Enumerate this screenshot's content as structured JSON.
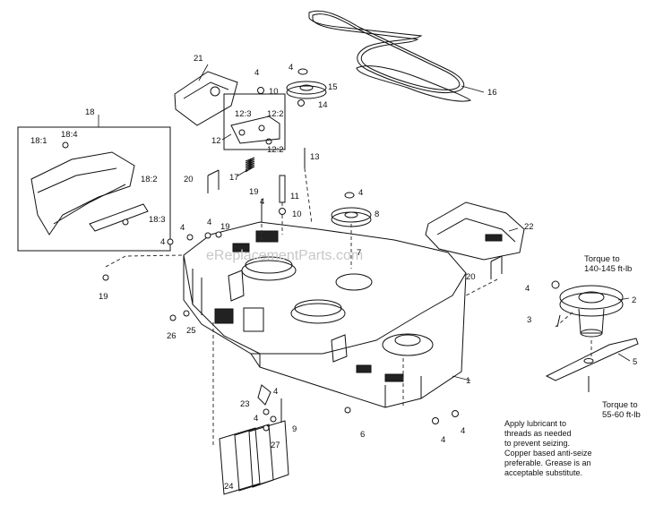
{
  "watermark": "eReplacementParts.com",
  "callouts": [
    "1",
    "2",
    "3",
    "4",
    "5",
    "6",
    "7",
    "8",
    "9",
    "10",
    "11",
    "12",
    "13",
    "14",
    "15",
    "16",
    "17",
    "18",
    "19",
    "20",
    "21",
    "22",
    "23",
    "24",
    "25",
    "26",
    "27",
    "12:2",
    "12:3",
    "18:1",
    "18:2",
    "18:3",
    "18:4"
  ],
  "torque_top": {
    "line1": "Torque to",
    "line2": "140-145 ft-lb"
  },
  "torque_bottom": {
    "line1": "Torque to",
    "line2": "55-60 ft-lb"
  },
  "note": [
    "Apply lubricant to",
    "threads as needed",
    "to prevent seizing.",
    "Copper based anti-seize",
    "preferable. Grease is an",
    "acceptable substitute."
  ]
}
